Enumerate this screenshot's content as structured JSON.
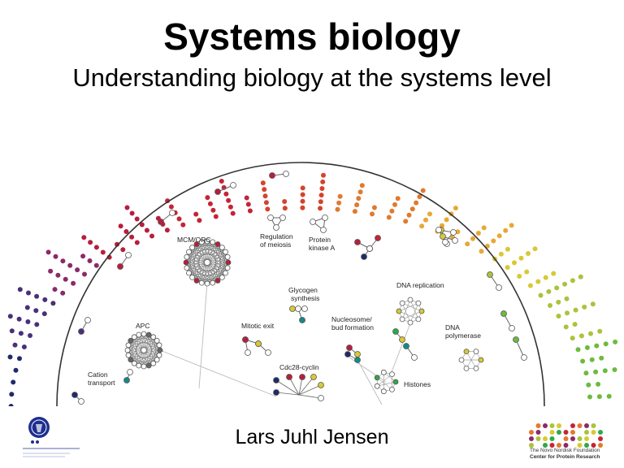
{
  "slide": {
    "title": "Systems biology",
    "subtitle": "Understanding biology at the systems level",
    "author": "Lars Juhl Jensen"
  },
  "diagram": {
    "module_labels": [
      {
        "id": "mcm-orc",
        "text": "MCM/ORC"
      },
      {
        "id": "regulation-of-meiosis-1",
        "text": "Regulation"
      },
      {
        "id": "regulation-of-meiosis-2",
        "text": "of meiosis"
      },
      {
        "id": "protein-kinase-a-1",
        "text": "Protein"
      },
      {
        "id": "protein-kinase-a-2",
        "text": "kinase A"
      },
      {
        "id": "glycogen-synthesis-1",
        "text": "Glycogen"
      },
      {
        "id": "glycogen-synthesis-2",
        "text": "synthesis"
      },
      {
        "id": "dna-replication",
        "text": "DNA replication"
      },
      {
        "id": "apc",
        "text": "APC"
      },
      {
        "id": "mitotic-exit",
        "text": "Mitotic exit"
      },
      {
        "id": "nucleosome-1",
        "text": "Nucleosome/"
      },
      {
        "id": "nucleosome-2",
        "text": "bud formation"
      },
      {
        "id": "dna-polymerase-1",
        "text": "DNA"
      },
      {
        "id": "dna-polymerase-2",
        "text": "polymerase"
      },
      {
        "id": "cdc28-cyclin",
        "text": "Cdc28-cyclin"
      },
      {
        "id": "histones",
        "text": "Histones"
      },
      {
        "id": "cation-transport-1",
        "text": "Cation"
      },
      {
        "id": "cation-transport-2",
        "text": "transport"
      }
    ],
    "ring_colors": [
      "#1f2a6b",
      "#4a2f7a",
      "#8b2a6a",
      "#b81e3c",
      "#c52436",
      "#d4432e",
      "#e07a2e",
      "#e6a935",
      "#d8c934",
      "#a9c43a",
      "#6dbb3d",
      "#2ea84a"
    ]
  },
  "logos": {
    "right_line1": "The Novo Nordisk Foundation",
    "right_line2": "Center for Protein Research"
  }
}
